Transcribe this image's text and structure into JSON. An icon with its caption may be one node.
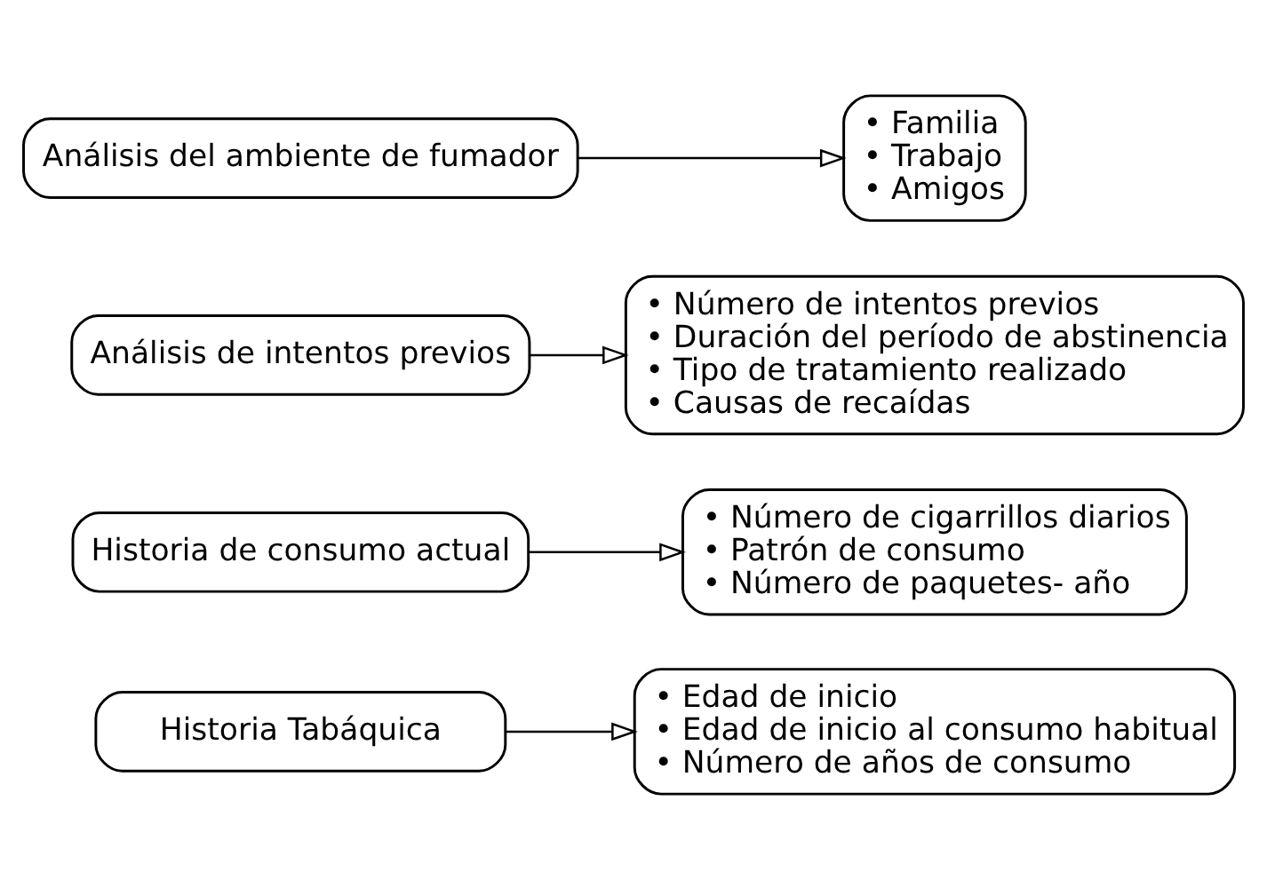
{
  "diagram": {
    "nodes": [
      {
        "text": [
          "Historia Tabáquica"
        ]
      },
      {
        "text": [
          "• Edad de inicio",
          "• Edad de inicio al consumo habitual",
          "• Número de años de consumo"
        ]
      },
      {
        "text": [
          "Historia de consumo actual"
        ]
      },
      {
        "text": [
          "• Número de cigarrillos diarios",
          "• Patrón de consumo",
          "• Número de paquetes- año"
        ]
      },
      {
        "text": [
          "Análisis de intentos previos"
        ]
      },
      {
        "text": [
          "• Número de intentos previos",
          "• Duración del período de abstinencia",
          "• Tipo de tratamiento realizado",
          "• Causas de recaídas"
        ]
      },
      {
        "text": [
          "Análisis del ambiente de fumador"
        ]
      },
      {
        "text": [
          "• Familia",
          "• Trabajo",
          "• Amigos"
        ]
      }
    ],
    "edges": [
      {
        "from": 0,
        "to": 1,
        "arrow": "to"
      },
      {
        "from": 2,
        "to": 3,
        "arrow": "to"
      },
      {
        "from": 4,
        "to": 5,
        "arrow": "to"
      },
      {
        "from": 6,
        "to": 7,
        "arrow": "to"
      }
    ]
  }
}
